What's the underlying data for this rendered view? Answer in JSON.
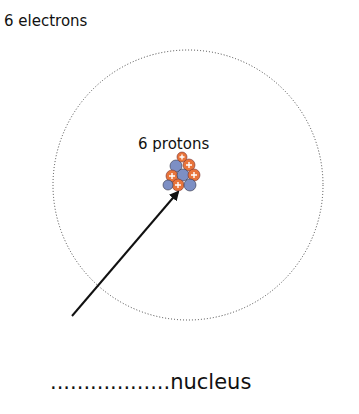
{
  "diagram": {
    "labels": [
      "6 electrons",
      "6 protons",
      "..................nucleus"
    ]
  }
}
